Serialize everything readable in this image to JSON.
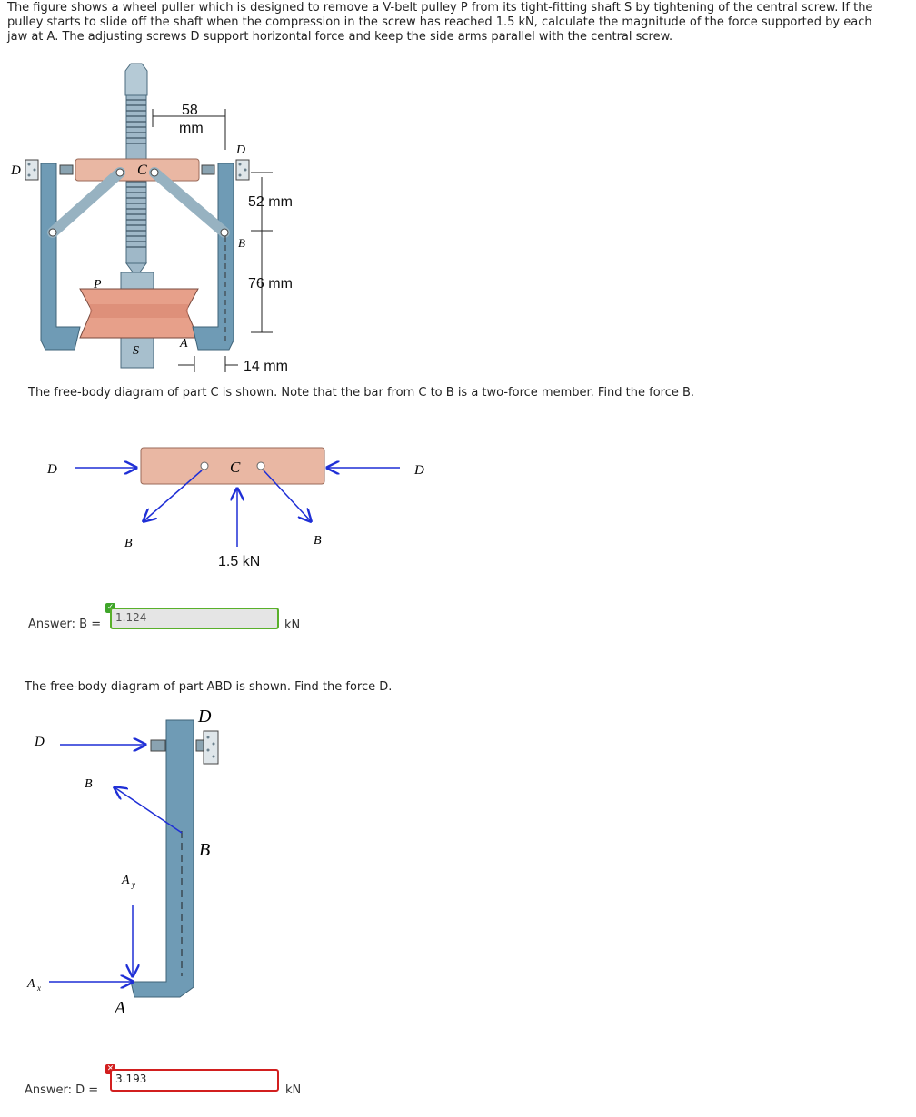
{
  "problem": {
    "intro_line1": "The figure shows a wheel puller which is designed to remove a V-belt pulley P from its tight-fitting shaft S by tightening of the central screw. If the",
    "intro_line2": "pulley starts to slide off the shaft when the compression in the screw has reached 1.5 kN, calculate the magnitude of the force supported by each",
    "intro_line3": "jaw at A. The adjusting screws D support horizontal force and keep the side arms parallel with the central screw."
  },
  "figure1": {
    "dim_58": "58",
    "dim_mm": "mm",
    "dim_52": "52 mm",
    "dim_76": "76 mm",
    "dim_14": "14 mm",
    "label_D_left": "D",
    "label_D_top": "D",
    "label_C": "C",
    "label_B": "B",
    "label_P": "P",
    "label_S": "S",
    "label_A": "A"
  },
  "step1": {
    "text": "The free-body diagram of part C is shown. Note that the bar from C to B is a two-force member. Find the force B.",
    "label_D_left": "D",
    "label_D_right": "D",
    "label_C": "C",
    "label_B_left": "B",
    "label_B_right": "B",
    "load": "1.5 kN",
    "answer_label": "Answer: B =",
    "answer_value": "1.124",
    "answer_unit": "kN",
    "answer_status": "correct"
  },
  "step2": {
    "text": "The free-body diagram of part ABD is shown. Find the force D.",
    "label_D_arrow": "D",
    "label_D_top": "D",
    "label_B_arrow": "B",
    "label_B_bar": "B",
    "label_Ay": "A",
    "label_Ay_sub": "y",
    "label_Ax": "A",
    "label_Ax_sub": "x",
    "label_A": "A",
    "answer_label": "Answer: D =",
    "answer_value": "3.193",
    "answer_unit": "kN",
    "answer_status": "incorrect"
  },
  "colors": {
    "arm": "#6f9bb5",
    "bar": "#e9b7a3",
    "arrow": "#1f2fd6",
    "correct": "#59b02a",
    "incorrect": "#d21f1f"
  }
}
